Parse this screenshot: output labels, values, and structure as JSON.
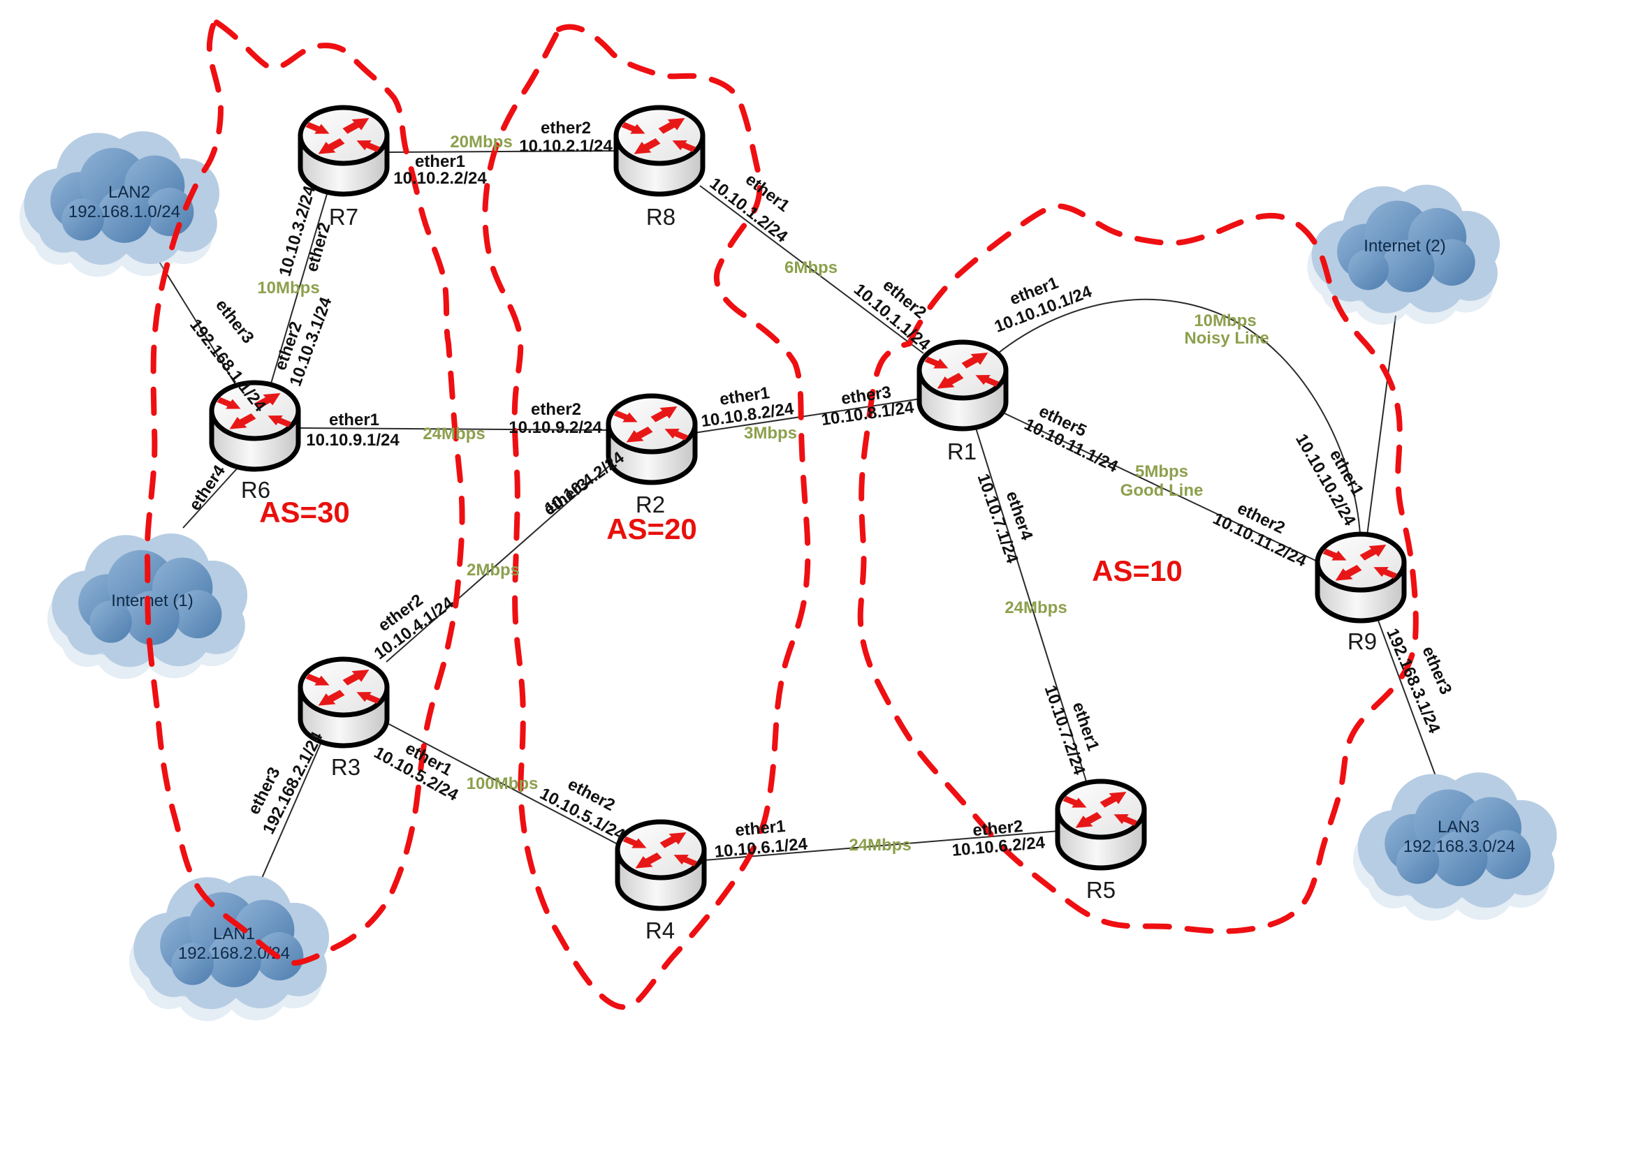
{
  "diagram": {
    "as_labels": [
      {
        "text": "AS=30"
      },
      {
        "text": "AS=20"
      },
      {
        "text": "AS=10"
      }
    ],
    "routers": [
      {
        "name": "R1"
      },
      {
        "name": "R2"
      },
      {
        "name": "R3"
      },
      {
        "name": "R4"
      },
      {
        "name": "R5"
      },
      {
        "name": "R6"
      },
      {
        "name": "R7"
      },
      {
        "name": "R8"
      },
      {
        "name": "R9"
      }
    ],
    "clouds": [
      {
        "name": "LAN2",
        "subnet": "192.168.1.0/24"
      },
      {
        "name": "Internet (1)",
        "subnet": ""
      },
      {
        "name": "LAN1",
        "subnet": "192.168.2.0/24"
      },
      {
        "name": "Internet (2)",
        "subnet": ""
      },
      {
        "name": "LAN3",
        "subnet": "192.168.3.0/24"
      }
    ],
    "links": [
      {
        "from": "R7",
        "to": "R8",
        "a_iface": "ether1",
        "a_ip": "10.10.2.2/24",
        "bandwidth": "20Mbps",
        "b_iface": "ether2",
        "b_ip": "10.10.2.1/24"
      },
      {
        "from": "R7",
        "to": "R6",
        "a_iface": "ether2",
        "a_ip": "10.10.3.2/24",
        "bandwidth": "10Mbps",
        "b_iface": "ether2",
        "b_ip": "10.10.3.1/24"
      },
      {
        "from": "LAN2",
        "to": "R6",
        "b_iface": "ether3",
        "b_ip": "192.168.1.1/24"
      },
      {
        "from": "Internet (1)",
        "to": "R6",
        "b_iface": "ether4"
      },
      {
        "from": "R6",
        "to": "R2",
        "a_iface": "ether1",
        "a_ip": "10.10.9.1/24",
        "bandwidth": "24Mbps",
        "b_iface": "ether2",
        "b_ip": "10.10.9.2/24"
      },
      {
        "from": "R2",
        "to": "R1",
        "a_iface": "ether1",
        "a_ip": "10.10.8.2/24",
        "bandwidth": "3Mbps",
        "b_iface": "ether3",
        "b_ip": "10.10.8.1/24"
      },
      {
        "from": "R8",
        "to": "R1",
        "a_iface": "ether1",
        "a_ip": "10.10.1.2/24",
        "bandwidth": "6Mbps",
        "b_iface": "ether2",
        "b_ip": "10.10.1.1/24"
      },
      {
        "from": "R2",
        "to": "R3",
        "a_iface": "ether3",
        "a_ip": "10.10.4.2/24",
        "bandwidth": "2Mbps",
        "b_iface": "ether2",
        "b_ip": "10.10.4.1/24"
      },
      {
        "from": "R3",
        "to": "LAN1",
        "a_iface": "ether3",
        "a_ip": "192.168.2.1/24"
      },
      {
        "from": "R3",
        "to": "R4",
        "a_iface": "ether1",
        "a_ip": "10.10.5.2/24",
        "bandwidth": "100Mbps",
        "b_iface": "ether2",
        "b_ip": "10.10.5.1/24"
      },
      {
        "from": "R4",
        "to": "R5",
        "a_iface": "ether1",
        "a_ip": "10.10.6.1/24",
        "bandwidth": "24Mbps",
        "b_iface": "ether2",
        "b_ip": "10.10.6.2/24"
      },
      {
        "from": "R1",
        "to": "R5",
        "a_iface": "ether4",
        "a_ip": "10.10.7.1/24",
        "bandwidth": "24Mbps",
        "b_iface": "ether1",
        "b_ip": "10.10.7.2/24"
      },
      {
        "from": "R1",
        "to": "R9",
        "a_iface": "ether1",
        "a_ip": "10.10.10.1/24",
        "bandwidth": "10Mbps",
        "note": "Noisy Line",
        "b_iface": "ether1",
        "b_ip": "10.10.10.2/24"
      },
      {
        "from": "R1",
        "to": "R9",
        "a_iface": "ether5",
        "a_ip": "10.10.11.1/24",
        "bandwidth": "5Mbps",
        "note": "Good Line",
        "b_iface": "ether2",
        "b_ip": "10.10.11.2/24"
      },
      {
        "from": "R9",
        "to": "LAN3",
        "a_iface": "ether3",
        "a_ip": "192.168.3.1/24"
      },
      {
        "from": "Internet (2)",
        "to": "R9"
      }
    ]
  }
}
